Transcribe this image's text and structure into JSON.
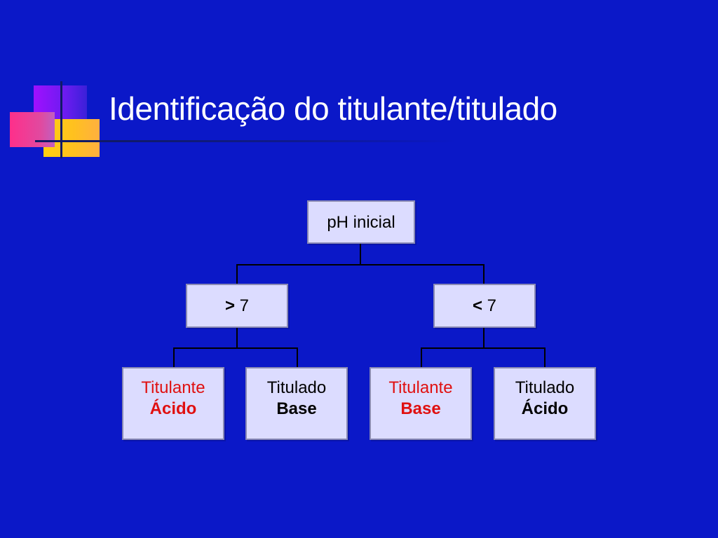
{
  "slide": {
    "title": "Identificação do titulante/titulado",
    "background_color": "#0b18c8"
  },
  "tree": {
    "root": {
      "label": "pH inicial"
    },
    "branches": [
      {
        "symbol": ">",
        "value": "7",
        "leaves": [
          {
            "role": "Titulante",
            "type": "Ácido",
            "color": "#e01010"
          },
          {
            "role": "Titulado",
            "type": "Base",
            "color": "#000000"
          }
        ]
      },
      {
        "symbol": "<",
        "value": "7",
        "leaves": [
          {
            "role": "Titulante",
            "type": "Base",
            "color": "#e01010"
          },
          {
            "role": "Titulado",
            "type": "Ácido",
            "color": "#000000"
          }
        ]
      }
    ]
  }
}
